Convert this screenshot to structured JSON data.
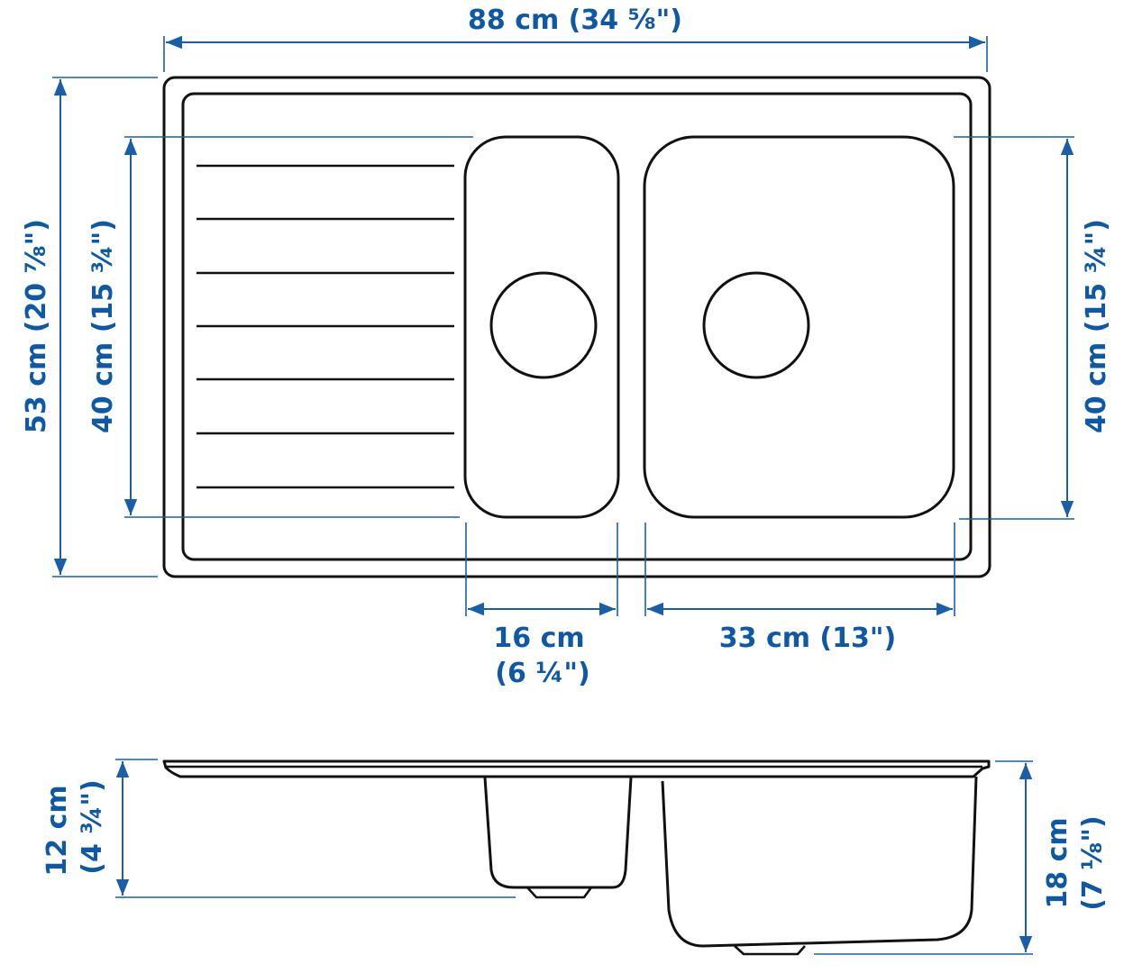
{
  "diagram": {
    "subject": "Double-bowl kitchen sink with drainboard — top and side views",
    "accent_color": "#0f58a4",
    "line_color": "#111111",
    "top_view": {
      "overall_width": "88 cm (34 ⅝\")",
      "overall_depth": "53 cm (20 ⅞\")",
      "bowl_depth_left": "40 cm (15 ¾\")",
      "bowl_depth_right": "40 cm (15 ¾\")",
      "small_bowl_width_line1": "16 cm",
      "small_bowl_width_line2": "(6 ¼\")",
      "large_bowl_width": "33 cm (13\")",
      "drainboard_grooves": 7
    },
    "side_view": {
      "small_bowl_depth_line1": "12 cm",
      "small_bowl_depth_line2": "(4 ¾\")",
      "large_bowl_depth_line1": "18 cm",
      "large_bowl_depth_line2": "(7 ⅛\")"
    }
  }
}
